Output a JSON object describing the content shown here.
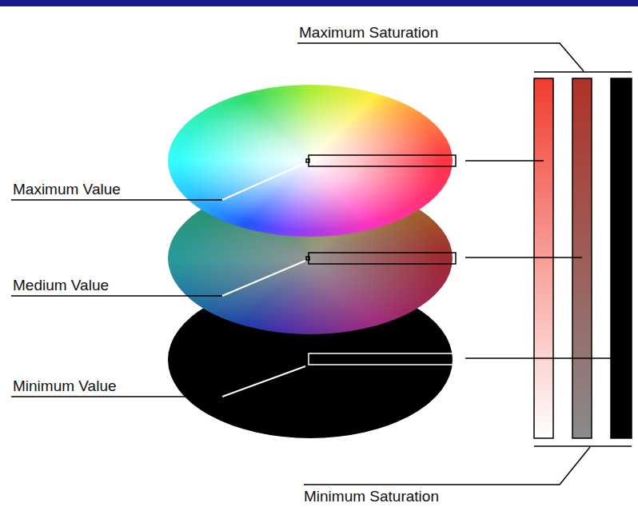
{
  "diagram": {
    "labels": [
      "Maximum Saturation",
      "Maximum Value",
      "Medium Value",
      "Minimum Value",
      "Minimum Saturation"
    ]
  }
}
